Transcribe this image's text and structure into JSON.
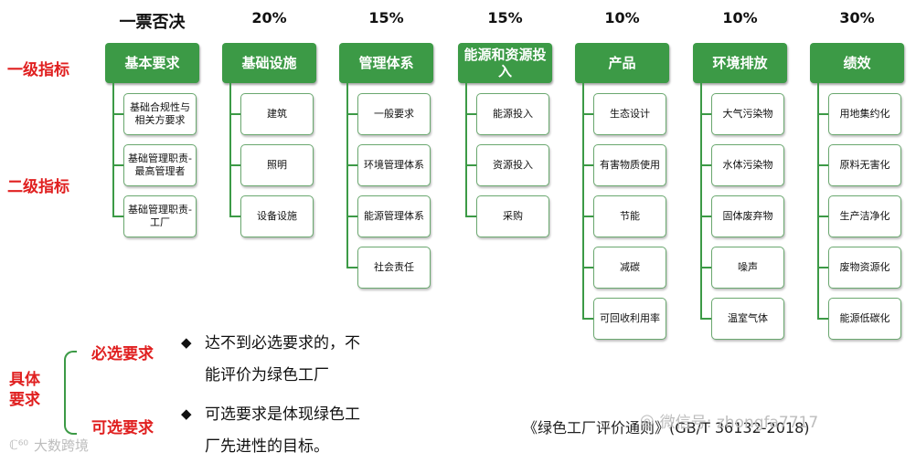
{
  "levels": {
    "level1": "一级指标",
    "level2": "二级指标"
  },
  "columns": [
    {
      "weight": "一票否决",
      "title": "基本要求",
      "items": [
        "基础合规性与相关方要求",
        "基础管理职责-最高管理者",
        "基础管理职责-工厂"
      ]
    },
    {
      "weight": "20%",
      "title": "基础设施",
      "items": [
        "建筑",
        "照明",
        "设备设施"
      ]
    },
    {
      "weight": "15%",
      "title": "管理体系",
      "items": [
        "一般要求",
        "环境管理体系",
        "能源管理体系",
        "社会责任"
      ]
    },
    {
      "weight": "15%",
      "title": "能源和资源投入",
      "items": [
        "能源投入",
        "资源投入",
        "采购"
      ]
    },
    {
      "weight": "10%",
      "title": "产品",
      "items": [
        "生态设计",
        "有害物质使用",
        "节能",
        "减碳",
        "可回收利用率"
      ]
    },
    {
      "weight": "10%",
      "title": "环境排放",
      "items": [
        "大气污染物",
        "水体污染物",
        "固体废弃物",
        "噪声",
        "温室气体"
      ]
    },
    {
      "weight": "30%",
      "title": "绩效",
      "items": [
        "用地集约化",
        "原料无害化",
        "生产洁净化",
        "废物资源化",
        "能源低碳化"
      ]
    }
  ],
  "requirements": {
    "group_label": "具体要求",
    "mandatory": {
      "label": "必选要求",
      "text_line1": "达不到必选要求的，不",
      "text_line2": "能评价为绿色工厂"
    },
    "optional": {
      "label": "可选要求",
      "text_line1": "可选要求是体现绿色工",
      "text_line2": "厂先进性的目标。"
    }
  },
  "source_note": "《绿色工厂评价通则》(GB/T 36132-2018)",
  "watermarks": {
    "left": "大数跨境",
    "right": "微信号: zhongfa7717"
  }
}
